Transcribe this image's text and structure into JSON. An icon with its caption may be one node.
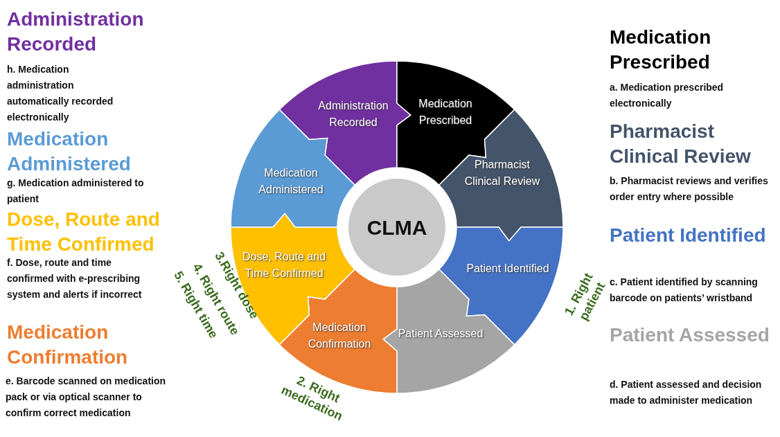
{
  "diagram": {
    "nodes": [
      {
        "text": [
          "Administration Recorded"
        ]
      },
      {
        "text": [
          "Medication Prescribed"
        ]
      },
      {
        "text": [
          "Pharmacist Clinical Review"
        ]
      },
      {
        "text": [
          "Patient Identified"
        ]
      },
      {
        "text": [
          "Patient Assessed"
        ]
      },
      {
        "text": [
          "Medication Confirmation"
        ]
      },
      {
        "text": [
          "Dose, Route and Time Confirmed"
        ]
      },
      {
        "text": [
          "Medication Administered"
        ]
      },
      {
        "text": [
          "CLMA"
        ]
      }
    ],
    "labels": [
      "Administration Recorded",
      "h. Medication administration automatically recorded electronically",
      "Medication Administered",
      "g. Medication administered to patient",
      "Dose, Route and Time Confirmed",
      "f. Dose, route and time confirmed with e-prescribing system and alerts if incorrect",
      "Medication Confirmation",
      "e. Barcode scanned on medication pack or via optical scanner to confirm correct medication",
      "Medication Prescribed",
      "a. Medication prescribed electronically",
      "Pharmacist Clinical Review",
      "b. Pharmacist reviews and verifies order entry where possible",
      "Patient Identified",
      "c. Patient identified by scanning barcode on patients’ wristband",
      "Patient Assessed",
      "d. Patient assessed and decision made to administer medication",
      "1. Right patient",
      "2. Right medication",
      "3.Right dose",
      "4. Right route",
      "5. Right time"
    ]
  }
}
